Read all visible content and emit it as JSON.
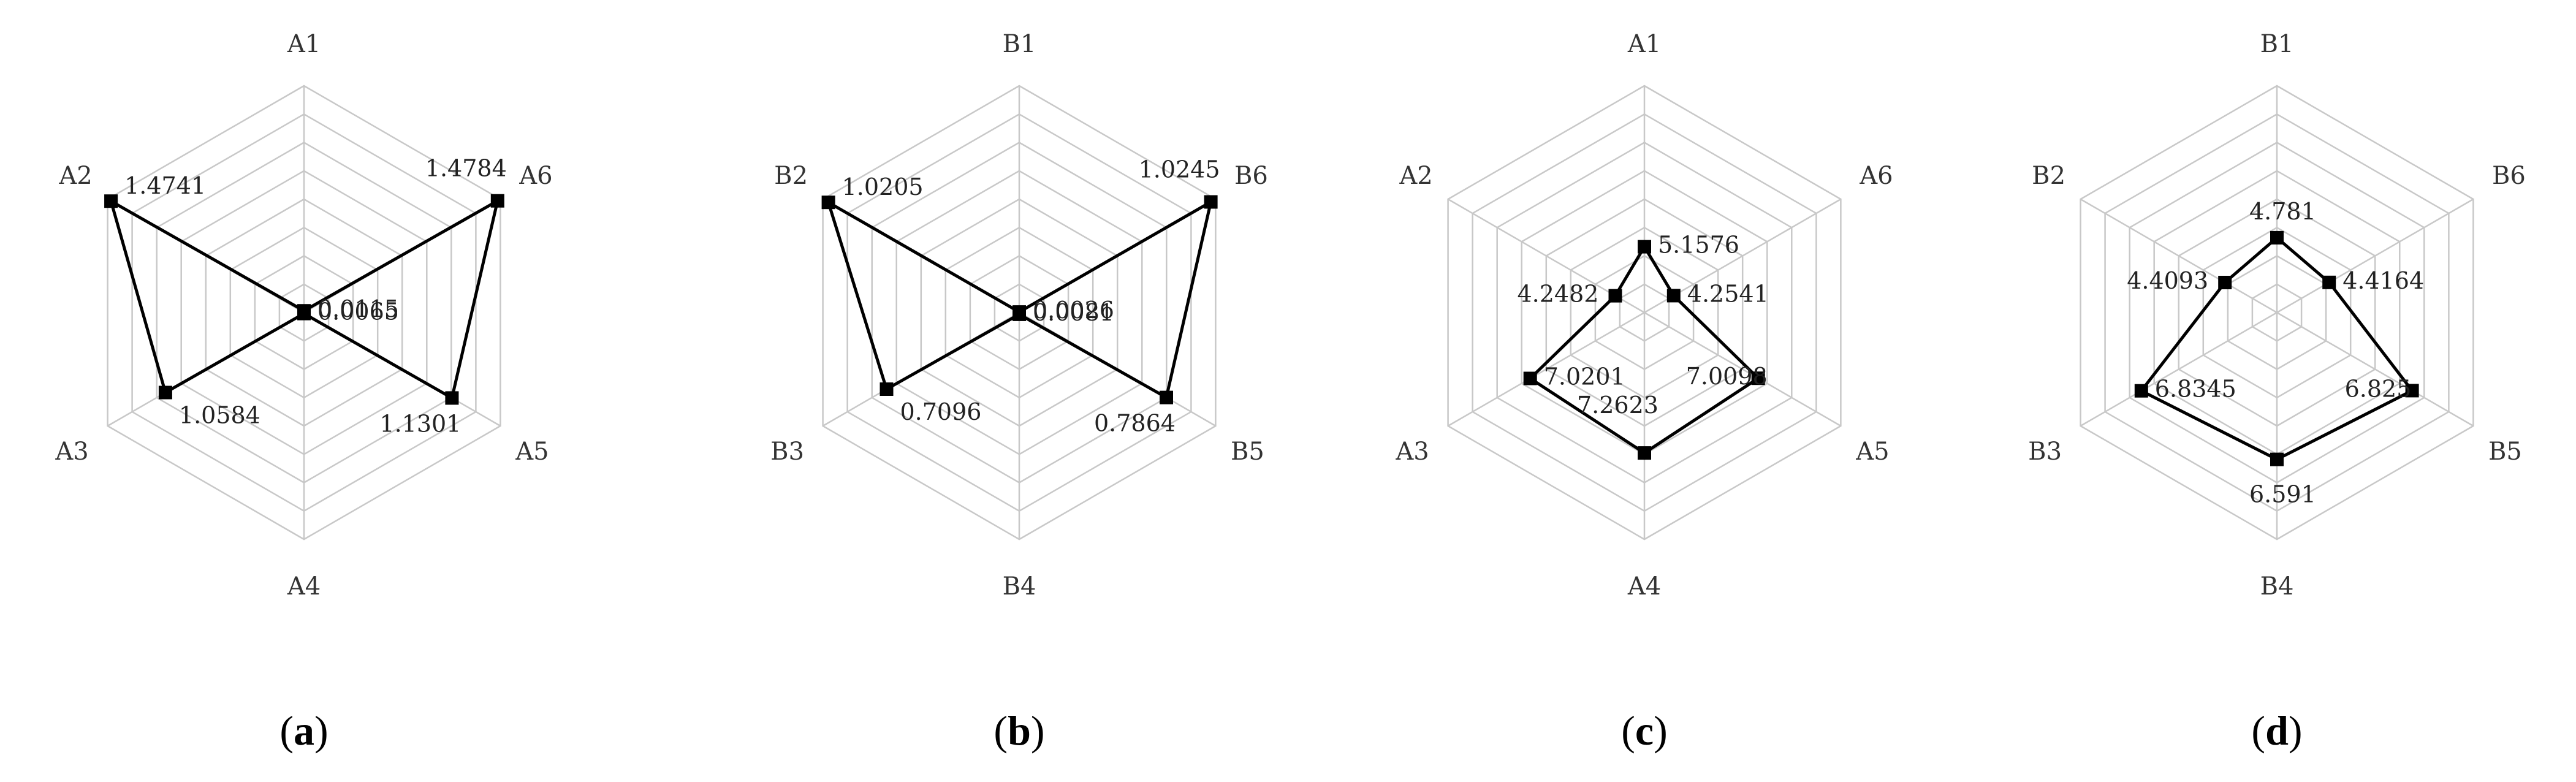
{
  "chart_data": [
    {
      "type": "radar",
      "caption": "a",
      "axes": [
        "A1",
        "A6",
        "A5",
        "A4",
        "A3",
        "A2"
      ],
      "rings": 8,
      "r_max": 1.5,
      "series": [
        {
          "values": [
            0.0115,
            1.4784,
            1.1301,
            0.0065,
            1.0584,
            1.4741
          ],
          "labels": [
            "0.0115",
            "1.4784",
            "1.1301",
            "0.0065",
            "1.0584",
            "1.4741"
          ]
        }
      ]
    },
    {
      "type": "radar",
      "caption": "b",
      "axes": [
        "B1",
        "B6",
        "B5",
        "B4",
        "B3",
        "B2"
      ],
      "rings": 8,
      "r_max": 1.05,
      "series": [
        {
          "values": [
            0.0026,
            1.0245,
            0.7864,
            0.0081,
            0.7096,
            1.0205
          ],
          "labels": [
            "0.0026",
            "1.0245",
            "0.7864",
            "0.0081",
            "0.7096",
            "1.0205"
          ]
        }
      ]
    },
    {
      "type": "radar",
      "caption": "c",
      "axes": [
        "A1",
        "A6",
        "A5",
        "A4",
        "A3",
        "A2"
      ],
      "rings": 8,
      "r_max": 9.7,
      "r_min": 3.3,
      "series": [
        {
          "values": [
            5.1576,
            4.2541,
            7.0098,
            7.2623,
            7.0201,
            4.2482
          ],
          "labels": [
            "5.1576",
            "4.2541",
            "7.0098",
            "7.2623",
            "7.0201",
            "4.2482"
          ]
        }
      ]
    },
    {
      "type": "radar",
      "caption": "d",
      "axes": [
        "B1",
        "B6",
        "B5",
        "B4",
        "B3",
        "B2"
      ],
      "rings": 8,
      "r_max": 8.6,
      "r_min": 2.9,
      "series": [
        {
          "values": [
            4.781,
            4.4164,
            6.825,
            6.591,
            6.8345,
            4.4093
          ],
          "labels": [
            "4.781",
            "4.4164",
            "6.825",
            "6.591",
            "6.8345",
            "4.4093"
          ]
        }
      ]
    }
  ]
}
